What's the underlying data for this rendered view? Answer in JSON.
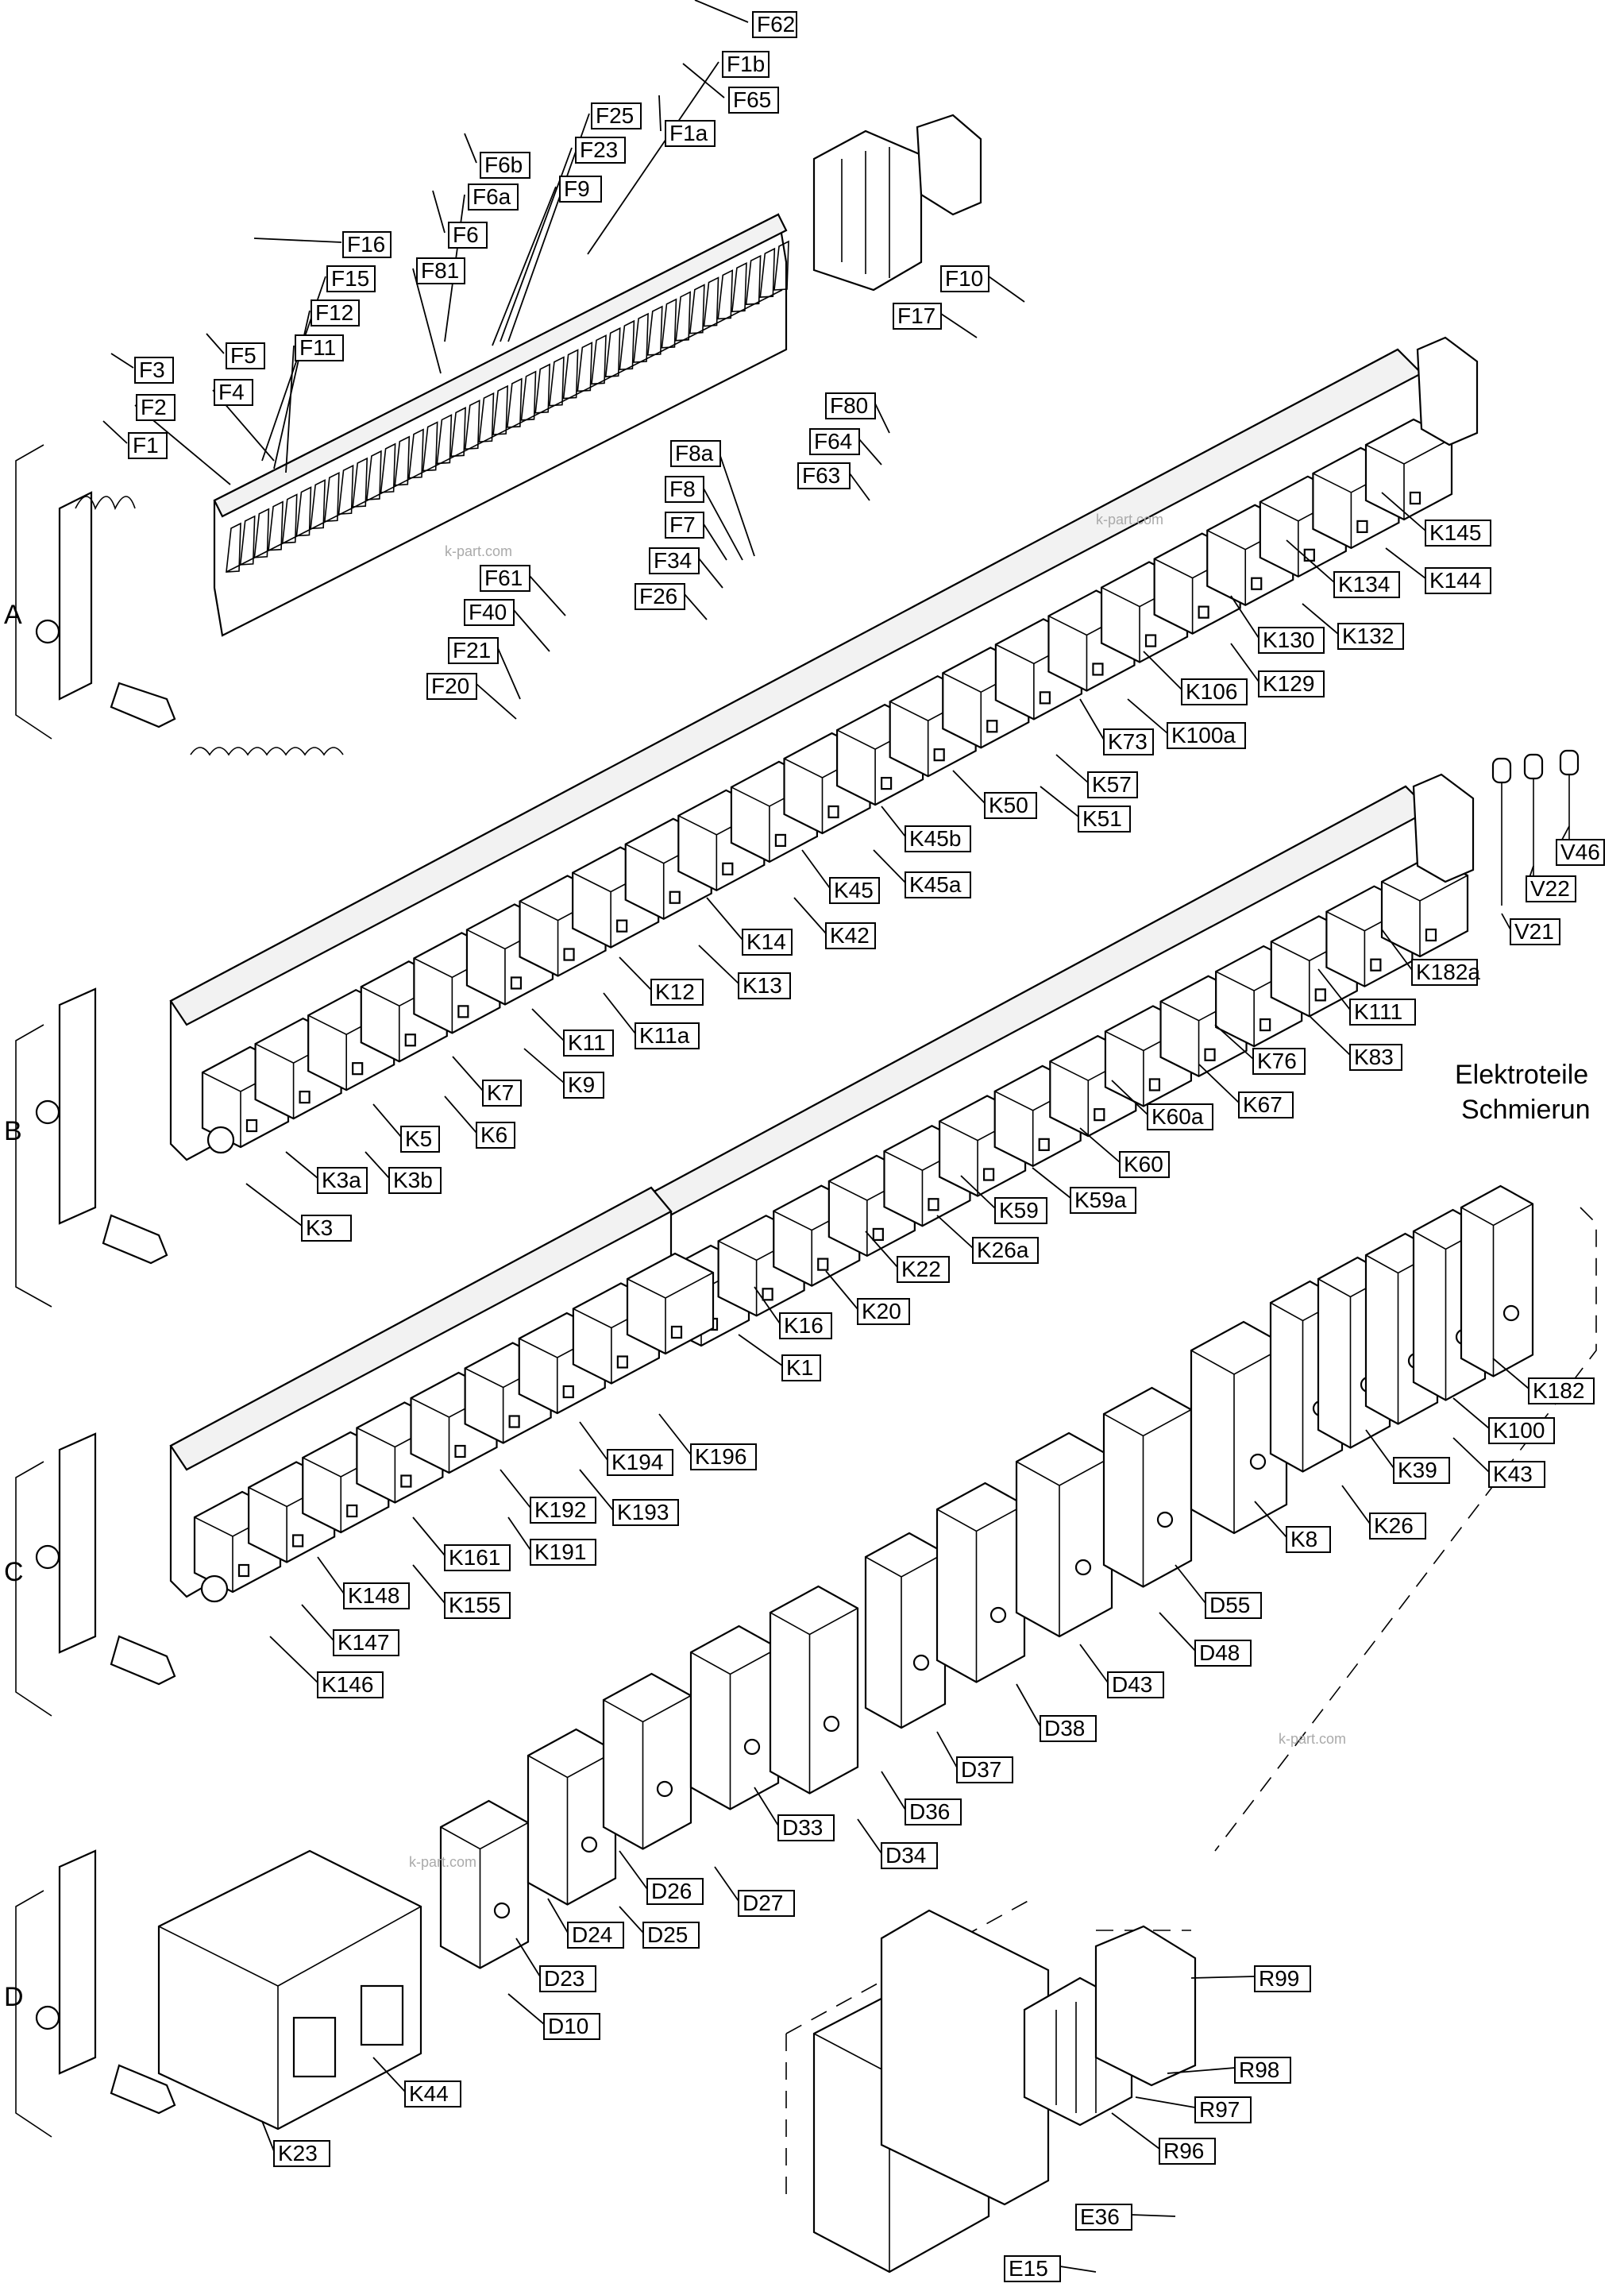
{
  "groups": [
    "A",
    "B",
    "C",
    "D"
  ],
  "note": [
    "Elektroteile",
    "Schmierun"
  ],
  "watermark": "k-part.com",
  "labels": {
    "F62": "F62",
    "F1b": "F1b",
    "F65": "F65",
    "F1a": "F1a",
    "F25": "F25",
    "F23": "F23",
    "F9": "F9",
    "F6b": "F6b",
    "F6a": "F6a",
    "F6": "F6",
    "F81": "F81",
    "F16": "F16",
    "F15": "F15",
    "F12": "F12",
    "F11": "F11",
    "F5": "F5",
    "F4": "F4",
    "F3": "F3",
    "F2": "F2",
    "F1": "F1",
    "F10": "F10",
    "F17": "F17",
    "F80": "F80",
    "F64": "F64",
    "F63": "F63",
    "F8a": "F8a",
    "F8": "F8",
    "F7": "F7",
    "F34": "F34",
    "F26": "F26",
    "F61": "F61",
    "F40": "F40",
    "F21": "F21",
    "F20": "F20",
    "K145": "K145",
    "K144": "K144",
    "K134": "K134",
    "K132": "K132",
    "K130": "K130",
    "K129": "K129",
    "K106": "K106",
    "K100a": "K100a",
    "K73": "K73",
    "K57": "K57",
    "K51": "K51",
    "K50": "K50",
    "K45b": "K45b",
    "K45a": "K45a",
    "K45": "K45",
    "K42": "K42",
    "K14": "K14",
    "K13": "K13",
    "K12": "K12",
    "K11a": "K11a",
    "K11": "K11",
    "K9": "K9",
    "K7": "K7",
    "K6": "K6",
    "K5": "K5",
    "K3a": "K3a",
    "K3b": "K3b",
    "K3": "K3",
    "V46": "V46",
    "V22": "V22",
    "V21": "V21",
    "K182a": "K182a",
    "K111": "K111",
    "K83": "K83",
    "K76": "K76",
    "K67": "K67",
    "K60a": "K60a",
    "K60": "K60",
    "K59a": "K59a",
    "K59": "K59",
    "K26a": "K26a",
    "K22": "K22",
    "K20": "K20",
    "K16": "K16",
    "K1": "K1",
    "K196": "K196",
    "K194": "K194",
    "K193": "K193",
    "K192": "K192",
    "K191": "K191",
    "K161": "K161",
    "K155": "K155",
    "K148": "K148",
    "K147": "K147",
    "K146": "K146",
    "K182": "K182",
    "K100": "K100",
    "K43": "K43",
    "K39": "K39",
    "K26": "K26",
    "K8": "K8",
    "D55": "D55",
    "D48": "D48",
    "D43": "D43",
    "D38": "D38",
    "D37": "D37",
    "D36": "D36",
    "D34": "D34",
    "D33": "D33",
    "D27": "D27",
    "D26": "D26",
    "D25": "D25",
    "D24": "D24",
    "D23": "D23",
    "D10": "D10",
    "K44": "K44",
    "K23": "K23",
    "R99": "R99",
    "R98": "R98",
    "R97": "R97",
    "R96": "R96",
    "E36": "E36",
    "E15": "E15"
  }
}
